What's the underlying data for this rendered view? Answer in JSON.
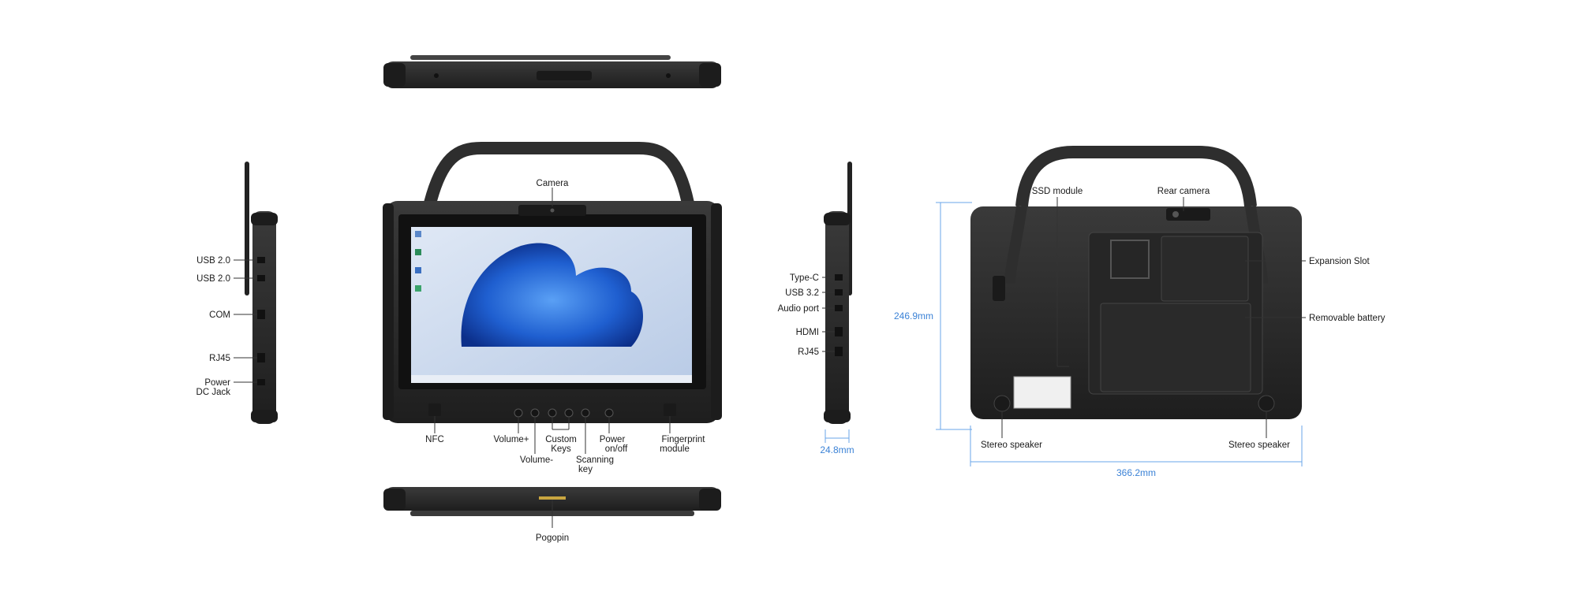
{
  "labels": {
    "camera": "Camera",
    "nfc": "NFC",
    "volume_plus": "Volume+",
    "volume_minus": "Volume-",
    "custom_keys": [
      "Custom",
      "Keys"
    ],
    "scanning_key": [
      "Scanning",
      "key"
    ],
    "power": [
      "Power",
      "on/off"
    ],
    "fingerprint": [
      "Fingerprint",
      "module"
    ],
    "pogopin": "Pogopin",
    "left_side": {
      "usb1": "USB 2.0",
      "usb2": "USB 2.0",
      "com": "COM",
      "rj45": "RJ45",
      "power_dc": [
        "Power",
        "DC Jack"
      ]
    },
    "right_side": {
      "typec": "Type-C",
      "usb32": "USB 3.2",
      "audio": "Audio port",
      "hdmi": "HDMI",
      "rj45": "RJ45"
    },
    "back": {
      "ssd": "SSD module",
      "rear_camera": "Rear camera",
      "expansion": "Expansion Slot",
      "battery": "Removable battery",
      "speaker_left": "Stereo speaker",
      "speaker_right": "Stereo speaker"
    }
  },
  "dimensions": {
    "height": "246.9mm",
    "thickness": "24.8mm",
    "width": "366.2mm"
  },
  "colors": {
    "dimension": "#3b82d6",
    "device": "#2b2b2b",
    "screen_bg": "#c9d7ec",
    "bloom": "#1f5fd0"
  }
}
